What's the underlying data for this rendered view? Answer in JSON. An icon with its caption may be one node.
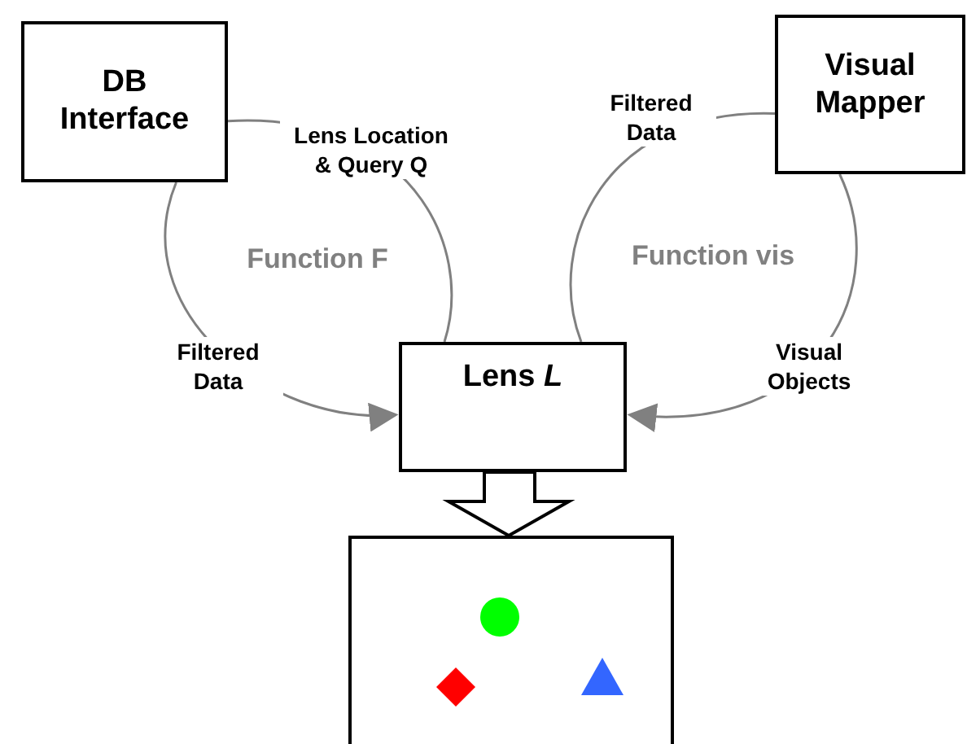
{
  "diagram": {
    "nodes": [
      {
        "text": [
          "DB Interface"
        ]
      },
      {
        "text": [
          "Visual Mapper"
        ]
      },
      {
        "text": [
          "Lens *L*"
        ]
      },
      {
        "text": [],
        "shape": "box"
      }
    ],
    "edges": [
      {
        "from": 2,
        "to": 0,
        "arrow": "none",
        "label": "Lens Location & Query Q"
      },
      {
        "from": 0,
        "to": 2,
        "arrow": "to",
        "label": "Filtered Data"
      },
      {
        "from": 2,
        "to": 1,
        "arrow": "none",
        "label": "Filtered Data"
      },
      {
        "from": 1,
        "to": 2,
        "arrow": "to",
        "label": "Visual Objects"
      },
      {
        "from": 2,
        "to": 3,
        "arrow": "to",
        "style": "thick",
        "color": "#000000"
      }
    ],
    "labels": [
      "Function F",
      "Function vis"
    ]
  }
}
